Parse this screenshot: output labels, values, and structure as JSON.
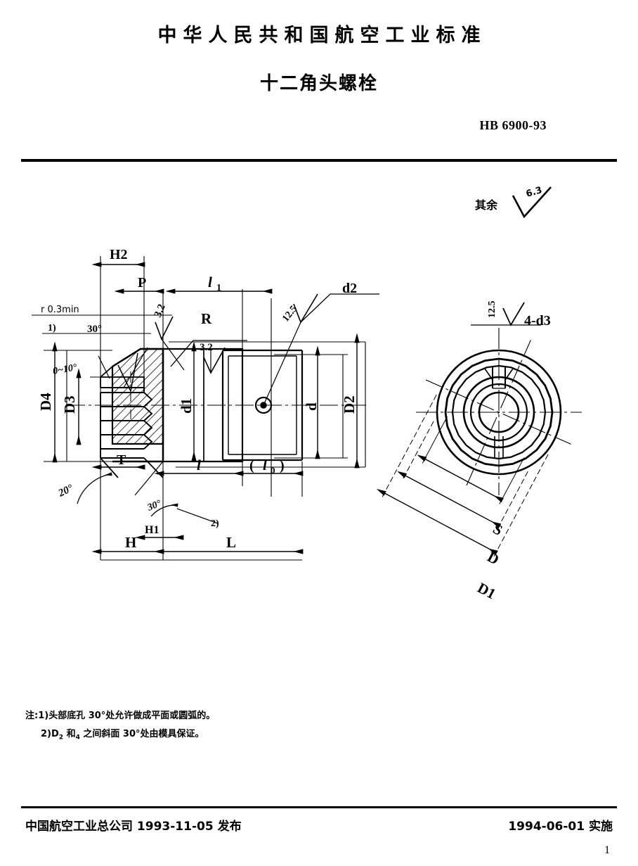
{
  "header": {
    "org_title": "中华人民共和国航空工业标准",
    "doc_title": "十二角头螺栓",
    "standard_no": "HB 6900-93"
  },
  "drawing": {
    "remainder_label": "其余",
    "remainder_roughness": "6.3",
    "side_view": {
      "dimensions": {
        "H2": "H2",
        "P": "P",
        "l1": "l",
        "l1_sub": "1",
        "r_min": "r 0.3min",
        "note_ref_1": "1)",
        "note_ref_2": "2)",
        "angle_30_top": "30°",
        "angle_0_10": "0~10°",
        "angle_20": "20°",
        "angle_30_bot": "30°",
        "D4": "D4",
        "D3": "D3",
        "d1": "d1",
        "d": "d",
        "D2": "D2",
        "d2": "d2",
        "R": "R",
        "T": "T",
        "H": "H",
        "H1": "H1",
        "L": "L",
        "l": "l",
        "l0_open": "(",
        "l0": "l",
        "l0_sub": "0",
        "l0_close": ")"
      },
      "roughness": {
        "r_3_2_a": "3.2",
        "r_3_2_b": "3.2",
        "r_12_5": "12.5"
      }
    },
    "end_view": {
      "roughness_12_5": "12.5",
      "holes_label": "4-d3",
      "S": "S",
      "D": "D",
      "D1": "D1"
    }
  },
  "notes": {
    "prefix": "注:",
    "note1": "1)头部底孔 30°处允许做成平面或圆弧的。",
    "note2_a": "2)D",
    "note2_sub": "2",
    "note2_b": " 和",
    "note2_sub2": "4",
    "note2_c": " 之间斜面 30°处由模具保证。"
  },
  "footer": {
    "issuer": "中国航空工业总公司 1993-11-05 发布",
    "effective": "1994-06-01 实施",
    "page_number": "1"
  },
  "colors": {
    "ink": "#000000",
    "paper": "#ffffff"
  }
}
